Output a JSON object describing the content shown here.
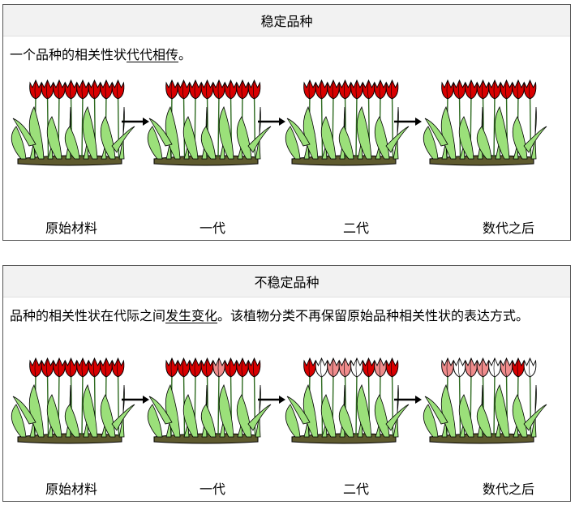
{
  "stable": {
    "title": "稳定品种",
    "desc_before": "一个品种的相关性状",
    "desc_underlined": "代代相传",
    "desc_after": "。",
    "generations": [
      {
        "label": "原始材料",
        "flowers": [
          "red",
          "red",
          "red",
          "red",
          "red",
          "red",
          "red",
          "red"
        ]
      },
      {
        "label": "一代",
        "flowers": [
          "red",
          "red",
          "red",
          "red",
          "red",
          "red",
          "red",
          "red"
        ]
      },
      {
        "label": "二代",
        "flowers": [
          "red",
          "red",
          "red",
          "red",
          "red",
          "red",
          "red",
          "red"
        ]
      },
      {
        "label": "数代之后",
        "flowers": [
          "red",
          "red",
          "red",
          "red",
          "red",
          "red",
          "red",
          "red"
        ]
      }
    ]
  },
  "unstable": {
    "title": "不稳定品种",
    "desc_before": "品种的相关性状在代际之间",
    "desc_underlined": "发生变化",
    "desc_after": "。该植物分类不再保留原始品种相关性状的表达方式。",
    "generations": [
      {
        "label": "原始材料",
        "flowers": [
          "red",
          "red",
          "red",
          "red",
          "red",
          "red",
          "red",
          "red"
        ]
      },
      {
        "label": "一代",
        "flowers": [
          "red",
          "red",
          "red",
          "red",
          "pink",
          "red",
          "red",
          "red"
        ]
      },
      {
        "label": "二代",
        "flowers": [
          "red",
          "white",
          "pink",
          "pink",
          "white",
          "red",
          "pink",
          "red"
        ]
      },
      {
        "label": "数代之后",
        "flowers": [
          "pink",
          "white",
          "pink",
          "pink",
          "white",
          "pink",
          "red",
          "white"
        ]
      }
    ]
  },
  "colors": {
    "red": "#d90000",
    "pink": "#f08c8c",
    "white": "#ffffff",
    "leaf": "#9be07a",
    "soil": "#5e5a2e",
    "stroke": "#000000"
  }
}
